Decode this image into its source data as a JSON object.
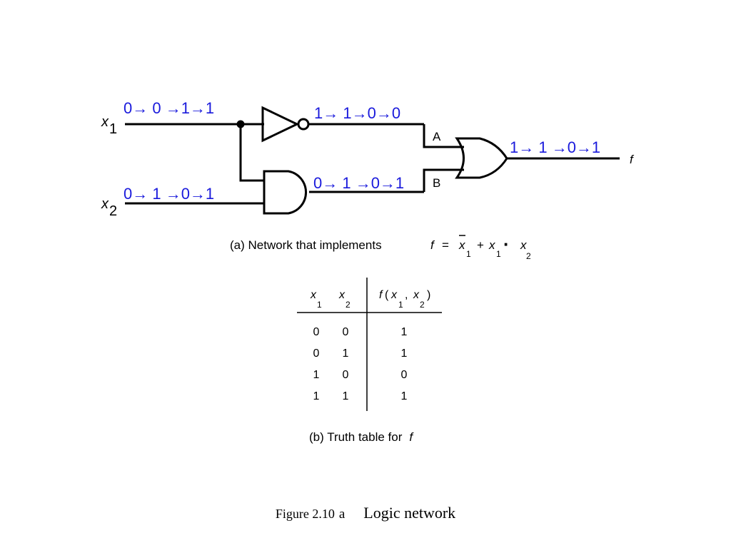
{
  "colors": {
    "wire": "#000000",
    "value_text": "#1a1adc",
    "label_text": "#000000"
  },
  "inputs": [
    {
      "symbol": "x",
      "subscript": "1",
      "sequence": "0→ 0 →1→1"
    },
    {
      "symbol": "x",
      "subscript": "2",
      "sequence": "0→ 1 →0→1"
    }
  ],
  "nodes": {
    "not_output": "1→ 1→0→0",
    "and_output": "0→ 1 →0→1",
    "or_output": "1→ 1 →0→1",
    "label_a": "A",
    "label_b": "B",
    "output_symbol": "f"
  },
  "gates": [
    {
      "type": "NOT",
      "icon": "not-gate-icon"
    },
    {
      "type": "AND",
      "icon": "and-gate-icon"
    },
    {
      "type": "OR",
      "icon": "or-gate-icon"
    }
  ],
  "caption_a": {
    "prefix": "(a) Network that  implements",
    "f": "f",
    "equals": "=",
    "x": "x",
    "sub1": "1",
    "plus": "+",
    "dot": "·",
    "sub2": "2"
  },
  "truth_table": {
    "headers": {
      "x": "x",
      "sub1": "1",
      "sub2": "2",
      "f": "f",
      "open": "(",
      "comma": ",",
      "close": ")"
    },
    "rows": [
      [
        "0",
        "0",
        "1"
      ],
      [
        "0",
        "1",
        "1"
      ],
      [
        "1",
        "0",
        "0"
      ],
      [
        "1",
        "1",
        "1"
      ]
    ]
  },
  "caption_b": {
    "prefix": "(b) Truth table for",
    "f": "f"
  },
  "figure_caption": {
    "number": "Figure 2.10",
    "letter": "a",
    "title": "Logic network"
  }
}
